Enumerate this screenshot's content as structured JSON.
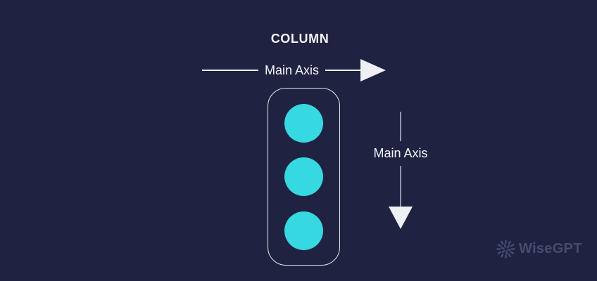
{
  "diagram": {
    "title": "COLUMN",
    "horizontal_axis": {
      "label": "Main Axis",
      "direction": "right"
    },
    "vertical_axis": {
      "label": "Main Axis",
      "direction": "down"
    },
    "container": {
      "shape": "rounded-rect",
      "items_count": 3,
      "item_shape": "circle"
    }
  },
  "watermark": {
    "brand": "WiseGPT",
    "icon": "starburst-icon"
  },
  "colors": {
    "background": "#1f2240",
    "item": "#36d8e2",
    "text": "#f4f5f8",
    "line_light": "#eef0f4",
    "line_gray": "#9298ac",
    "container_border": "#e9ebf2",
    "logo": "#464c6e"
  }
}
